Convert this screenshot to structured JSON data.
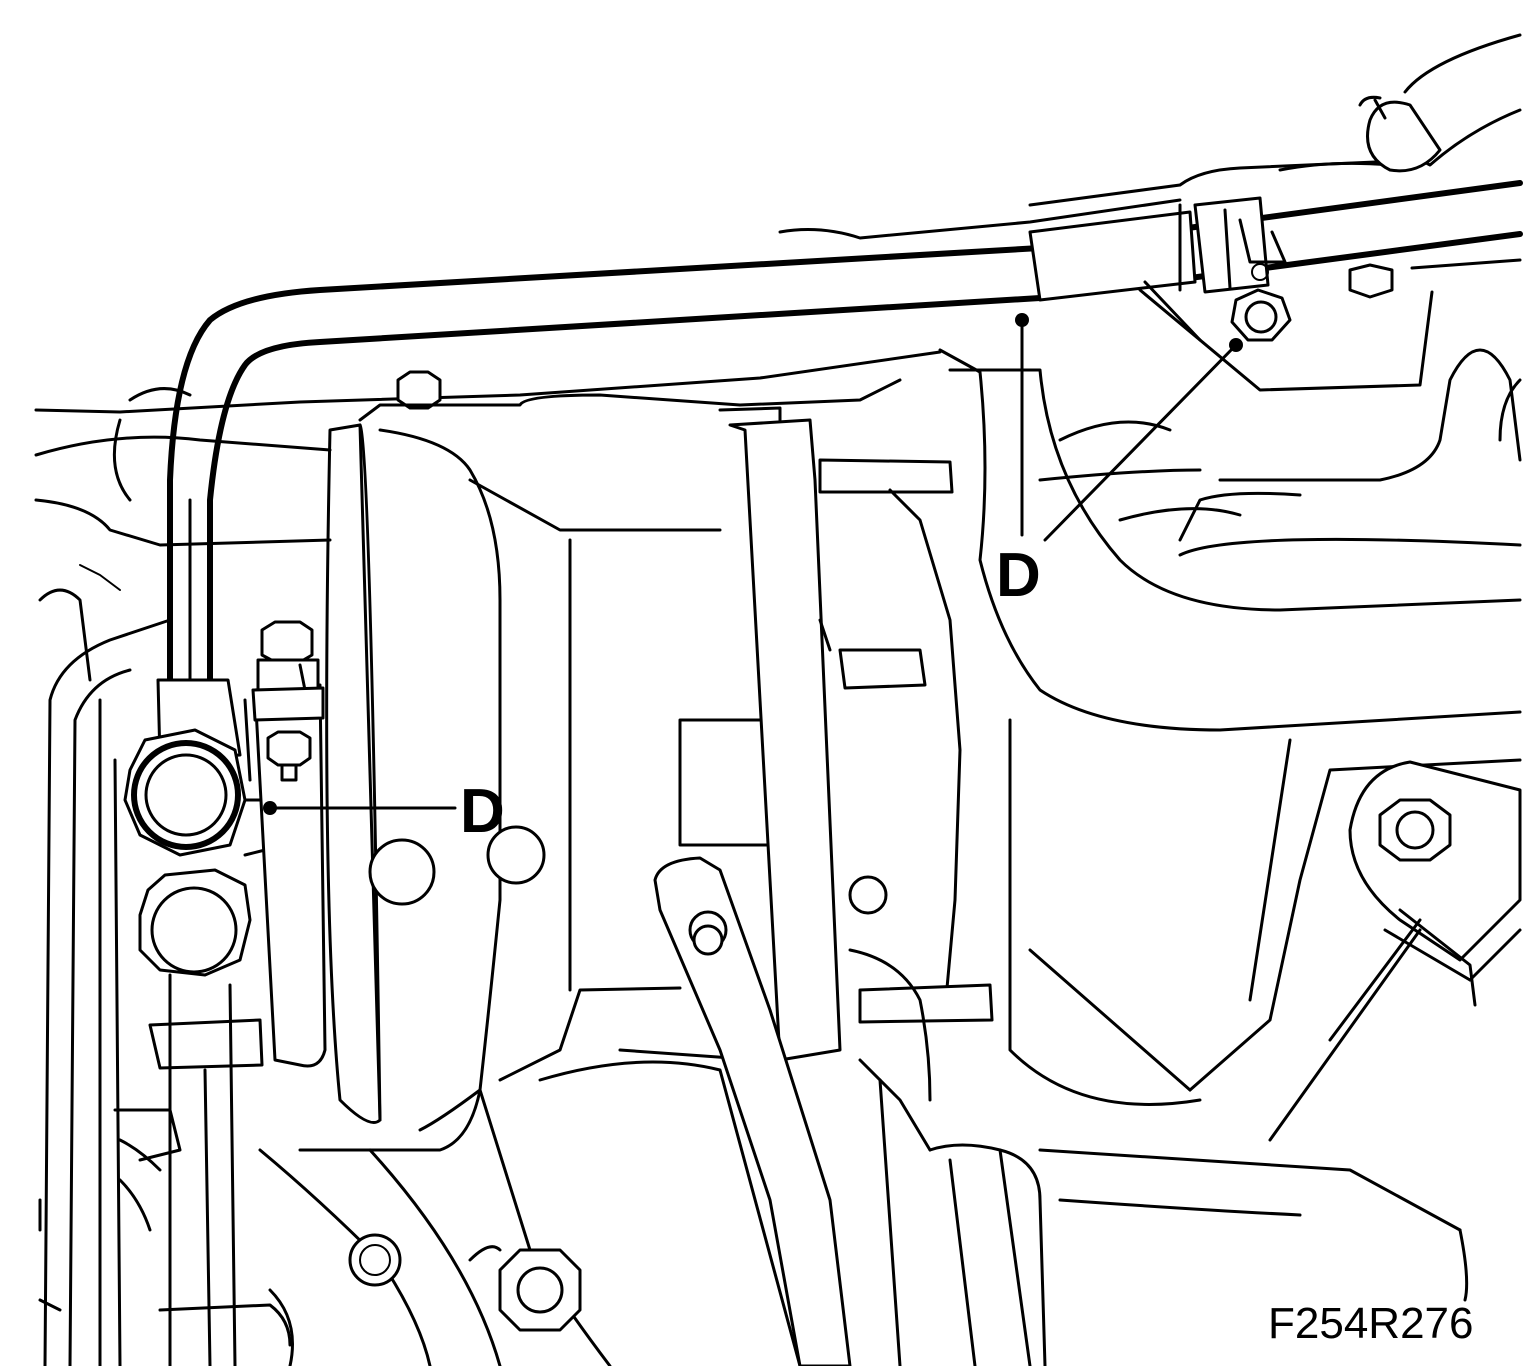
{
  "callouts": [
    {
      "id": "upper",
      "label": "D"
    },
    {
      "id": "lower",
      "label": "D"
    }
  ],
  "figure_code": "F254R276",
  "colors": {
    "line": "#000000",
    "background": "#ffffff"
  }
}
